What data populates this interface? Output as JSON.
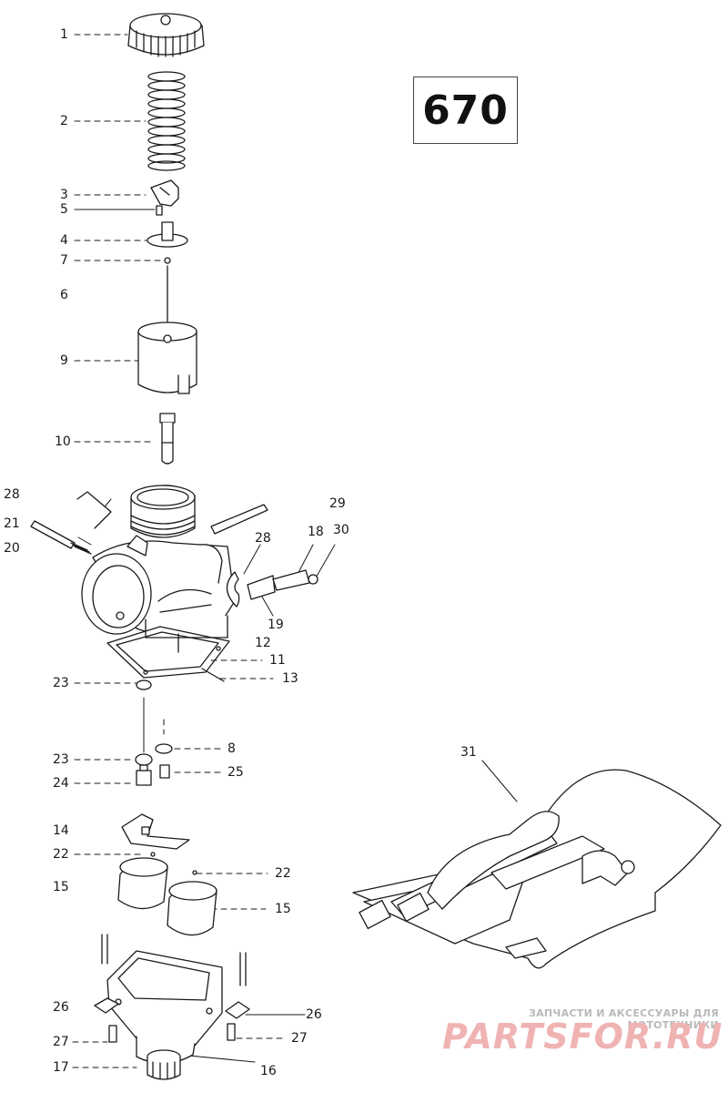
{
  "model": "670",
  "watermark": {
    "tagline": "ЗАПЧАСТИ И АКСЕССУАРЫ ДЛЯ МОТОТЕХНИКИ",
    "logo": "PARTSFOR.RU"
  },
  "callouts": [
    {
      "id": "c1",
      "text": "1"
    },
    {
      "id": "c2",
      "text": "2"
    },
    {
      "id": "c3",
      "text": "3"
    },
    {
      "id": "c5",
      "text": "5"
    },
    {
      "id": "c4",
      "text": "4"
    },
    {
      "id": "c7",
      "text": "7"
    },
    {
      "id": "c6",
      "text": "6"
    },
    {
      "id": "c9",
      "text": "9"
    },
    {
      "id": "c10",
      "text": "10"
    },
    {
      "id": "c28a",
      "text": "28"
    },
    {
      "id": "c21",
      "text": "21"
    },
    {
      "id": "c20",
      "text": "20"
    },
    {
      "id": "c29",
      "text": "29"
    },
    {
      "id": "c18",
      "text": "18"
    },
    {
      "id": "c30",
      "text": "30"
    },
    {
      "id": "c28b",
      "text": "28"
    },
    {
      "id": "c19",
      "text": "19"
    },
    {
      "id": "c12",
      "text": "12"
    },
    {
      "id": "c11",
      "text": "11"
    },
    {
      "id": "c13",
      "text": "13"
    },
    {
      "id": "c23a",
      "text": "23"
    },
    {
      "id": "c8",
      "text": "8"
    },
    {
      "id": "c23b",
      "text": "23"
    },
    {
      "id": "c24",
      "text": "24"
    },
    {
      "id": "c25",
      "text": "25"
    },
    {
      "id": "c31",
      "text": "31"
    },
    {
      "id": "c14",
      "text": "14"
    },
    {
      "id": "c22a",
      "text": "22"
    },
    {
      "id": "c22b",
      "text": "22"
    },
    {
      "id": "c15a",
      "text": "15"
    },
    {
      "id": "c15b",
      "text": "15"
    },
    {
      "id": "c26a",
      "text": "26"
    },
    {
      "id": "c26b",
      "text": "26"
    },
    {
      "id": "c27a",
      "text": "27"
    },
    {
      "id": "c27b",
      "text": "27"
    },
    {
      "id": "c17",
      "text": "17"
    },
    {
      "id": "c16",
      "text": "16"
    }
  ]
}
